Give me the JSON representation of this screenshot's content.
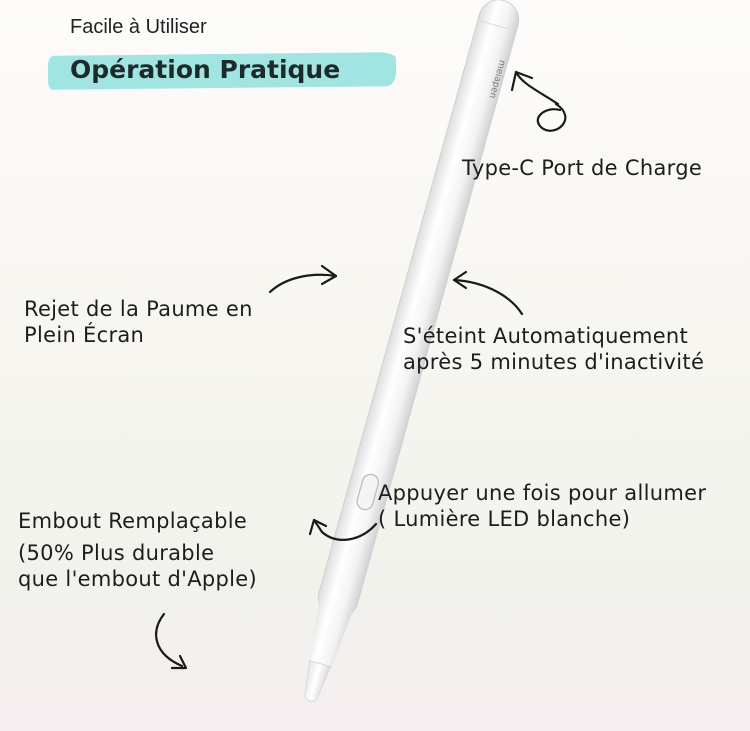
{
  "header": {
    "kicker": "Facile à Utiliser",
    "title": "Opération Pratique",
    "highlight_color": "#8fe0dd"
  },
  "pen": {
    "brand": "meiapen",
    "body_color": "#f7f7f7"
  },
  "callouts": {
    "port": "Type-C Port de Charge",
    "palm": [
      "Rejet de la Paume en",
      "Plein Écran"
    ],
    "auto_off": [
      "S'éteint Automatiquement",
      "après 5 minutes d'inactivité"
    ],
    "button": [
      "Appuyer une fois pour allumer",
      "( Lumière LED blanche)"
    ],
    "tip": [
      "Embout Remplaçable",
      "(50% Plus durable",
      "que l'embout d'Apple)"
    ]
  }
}
